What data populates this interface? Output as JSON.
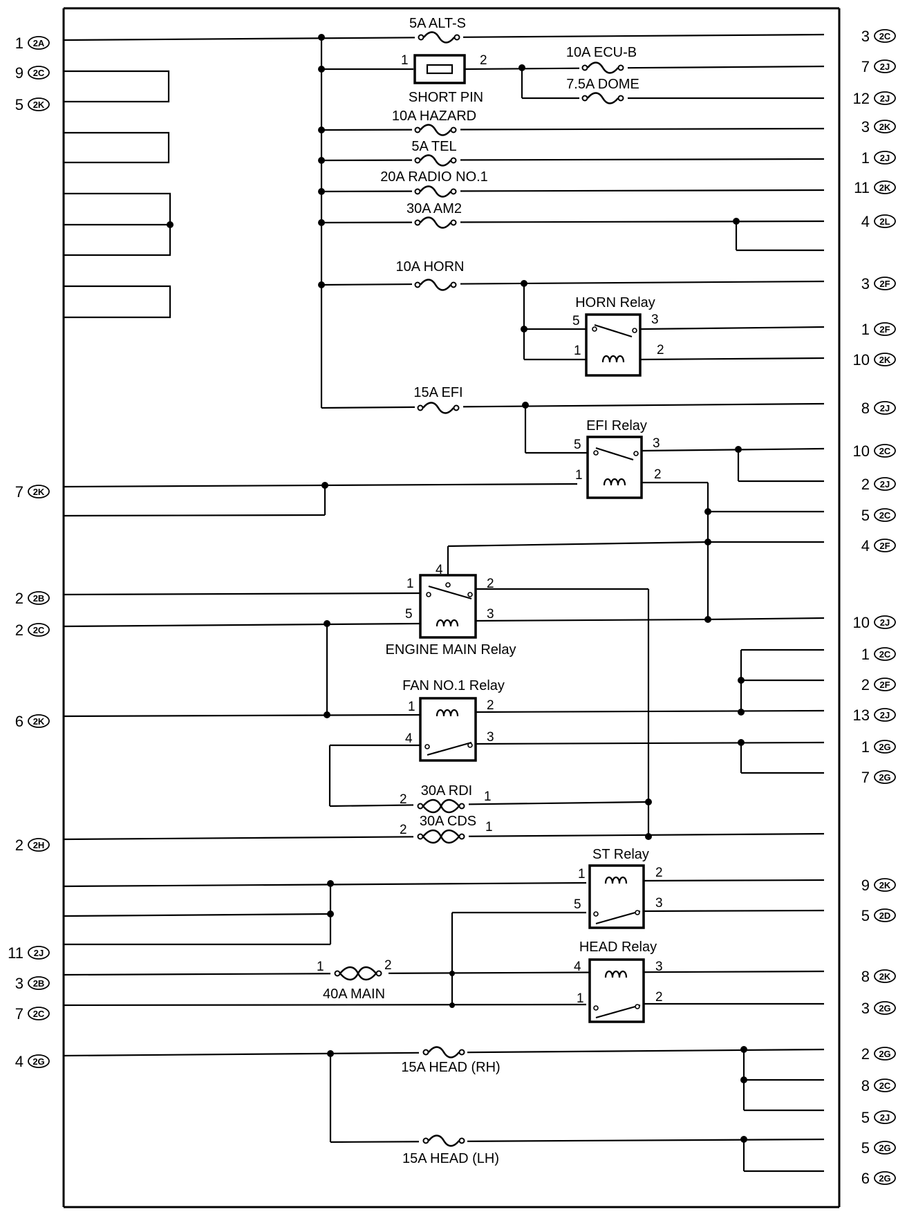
{
  "fuses": {
    "alt_s": "5A ALT-S",
    "ecu_b": "10A ECU-B",
    "dome": "7.5A DOME",
    "hazard": "10A HAZARD",
    "tel": "5A TEL",
    "radio": "20A RADIO NO.1",
    "am2": "30A AM2",
    "horn": "10A HORN",
    "efi": "15A EFI",
    "rdi": "30A RDI",
    "cds": "30A CDS",
    "main": "40A MAIN",
    "head_rh": "15A HEAD (RH)",
    "head_lh": "15A HEAD (LH)"
  },
  "short_pin": "SHORT PIN",
  "relays": {
    "horn": "HORN Relay",
    "efi": "EFI Relay",
    "engine_main": "ENGINE MAIN Relay",
    "fan": "FAN NO.1 Relay",
    "st": "ST Relay",
    "head": "HEAD Relay"
  },
  "pin_numbers": {
    "one": "1",
    "two": "2",
    "three": "3",
    "four": "4",
    "five": "5"
  },
  "left_connectors": [
    {
      "num": "1",
      "code": "2A"
    },
    {
      "num": "9",
      "code": "2C"
    },
    {
      "num": "5",
      "code": "2K"
    },
    {
      "num": "7",
      "code": "2K"
    },
    {
      "num": "2",
      "code": "2B"
    },
    {
      "num": "2",
      "code": "2C"
    },
    {
      "num": "6",
      "code": "2K"
    },
    {
      "num": "2",
      "code": "2H"
    },
    {
      "num": "11",
      "code": "2J"
    },
    {
      "num": "3",
      "code": "2B"
    },
    {
      "num": "7",
      "code": "2C"
    },
    {
      "num": "4",
      "code": "2G"
    }
  ],
  "right_connectors": [
    {
      "num": "3",
      "code": "2C"
    },
    {
      "num": "7",
      "code": "2J"
    },
    {
      "num": "12",
      "code": "2J"
    },
    {
      "num": "3",
      "code": "2K"
    },
    {
      "num": "1",
      "code": "2J"
    },
    {
      "num": "11",
      "code": "2K"
    },
    {
      "num": "4",
      "code": "2L"
    },
    {
      "num": "3",
      "code": "2F"
    },
    {
      "num": "1",
      "code": "2F"
    },
    {
      "num": "10",
      "code": "2K"
    },
    {
      "num": "8",
      "code": "2J"
    },
    {
      "num": "10",
      "code": "2C"
    },
    {
      "num": "2",
      "code": "2J"
    },
    {
      "num": "5",
      "code": "2C"
    },
    {
      "num": "4",
      "code": "2F"
    },
    {
      "num": "10",
      "code": "2J"
    },
    {
      "num": "1",
      "code": "2C"
    },
    {
      "num": "2",
      "code": "2F"
    },
    {
      "num": "13",
      "code": "2J"
    },
    {
      "num": "1",
      "code": "2G"
    },
    {
      "num": "7",
      "code": "2G"
    },
    {
      "num": "9",
      "code": "2K"
    },
    {
      "num": "5",
      "code": "2D"
    },
    {
      "num": "8",
      "code": "2K"
    },
    {
      "num": "3",
      "code": "2G"
    },
    {
      "num": "2",
      "code": "2G"
    },
    {
      "num": "8",
      "code": "2C"
    },
    {
      "num": "5",
      "code": "2J"
    },
    {
      "num": "5",
      "code": "2G"
    },
    {
      "num": "6",
      "code": "2G"
    }
  ]
}
